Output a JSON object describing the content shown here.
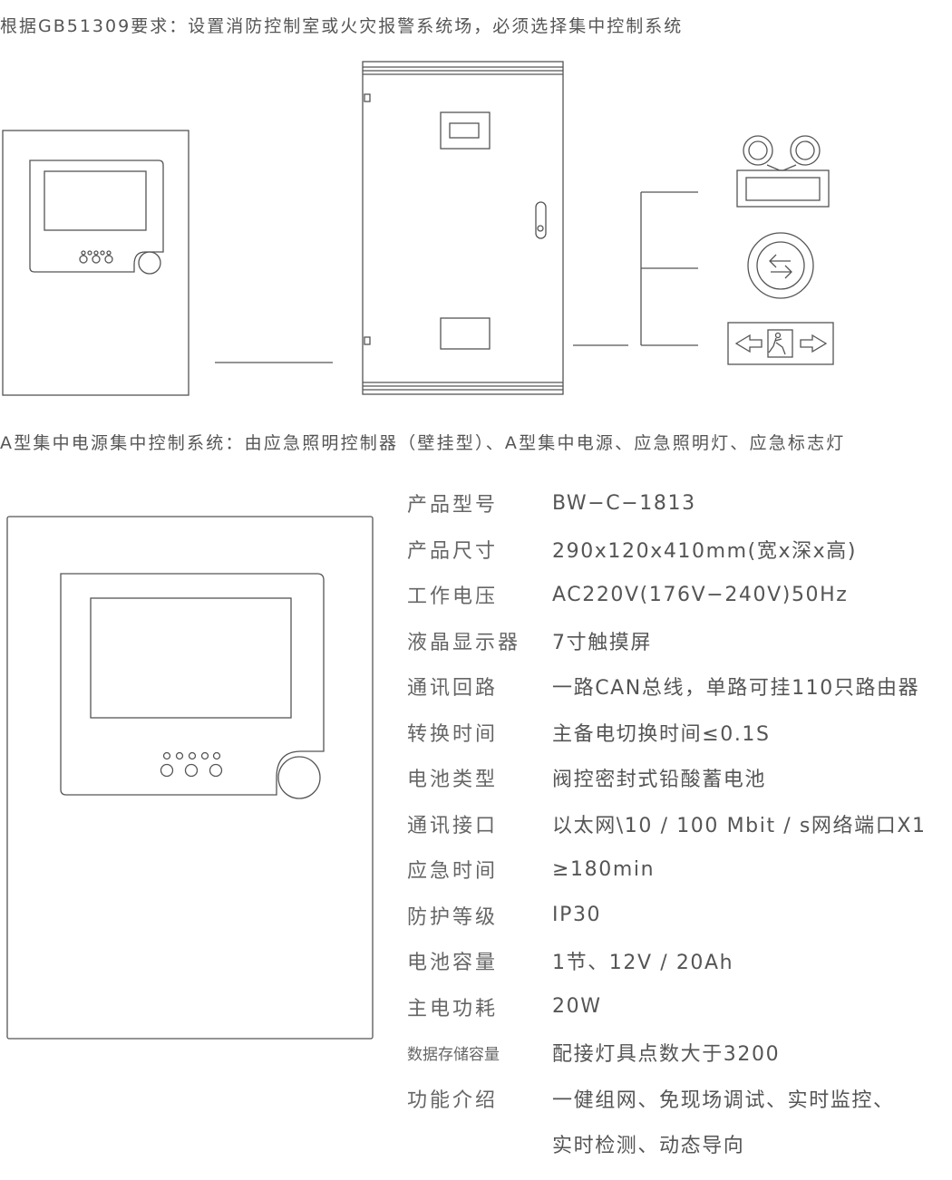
{
  "header": {
    "requirement": "根据GB51309要求：设置消防控制室或火灾报警系统场，必须选择集中控制系统"
  },
  "diagram": {
    "caption": "A型集中电源集中控制系统：由应急照明控制器（壁挂型）、A型集中电源、应急照明灯、应急标志灯"
  },
  "specs": [
    {
      "label": "产品型号",
      "value": "BW−C−1813"
    },
    {
      "label": "产品尺寸",
      "value": "290x120x410mm(宽x深x高)"
    },
    {
      "label": "工作电压",
      "value": "AC220V(176V−240V)50Hz"
    },
    {
      "label": "液晶显示器",
      "value": "7寸触摸屏"
    },
    {
      "label": "通讯回路",
      "value": "一路CAN总线，单路可挂110只路由器"
    },
    {
      "label": "转换时间",
      "value": "主备电切换时间≤0.1S"
    },
    {
      "label": "电池类型",
      "value": "阀控密封式铅酸蓄电池"
    },
    {
      "label": "通讯接口",
      "value": "以太网\\10 / 100 Mbit / s网络端口X1"
    },
    {
      "label": "应急时间",
      "value": "≥180min"
    },
    {
      "label": "防护等级",
      "value": "IP30"
    },
    {
      "label": "电池容量",
      "value": "1节、12V / 20Ah"
    },
    {
      "label": "主电功耗",
      "value": "20W"
    },
    {
      "label": "数据存储容量",
      "value": "配接灯具点数大于3200"
    },
    {
      "label": "功能介绍",
      "value": "一健组网、免现场调试、实时监控、",
      "continuation": "实时检测、动态导向"
    }
  ]
}
